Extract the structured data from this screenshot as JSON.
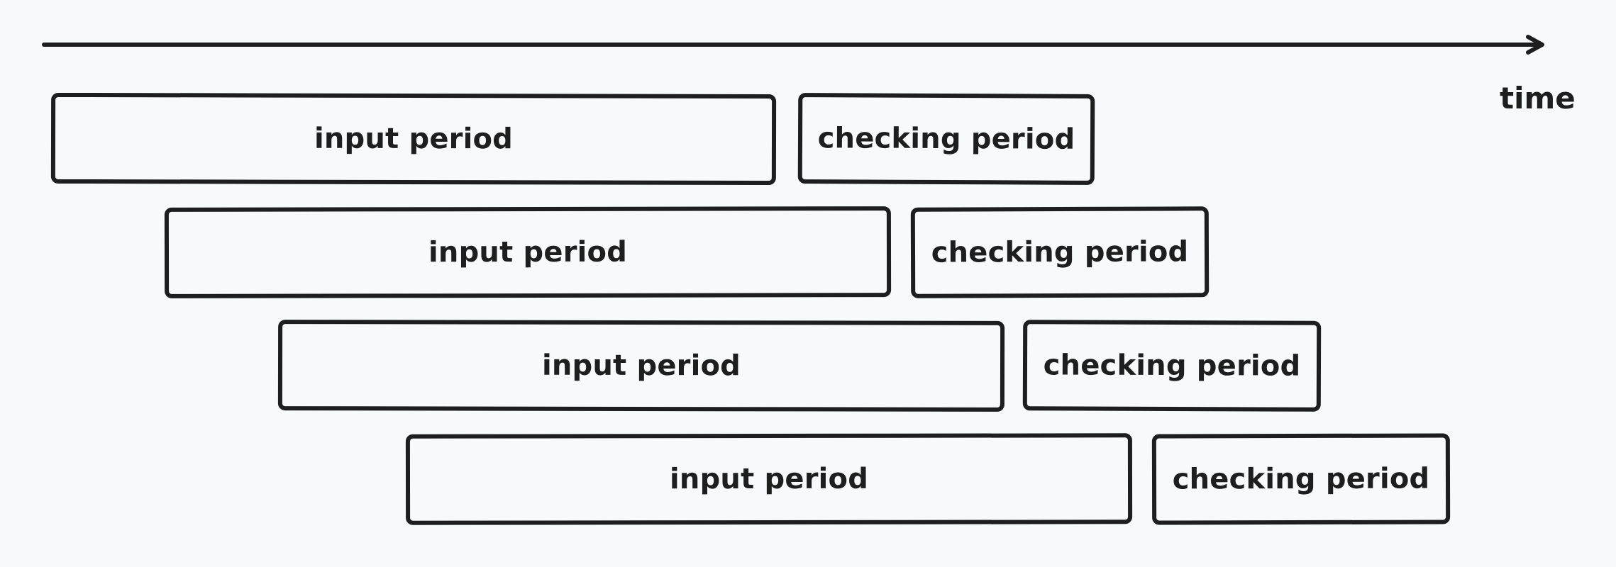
{
  "axis": {
    "label": "time",
    "color": "#1e1e1e"
  },
  "rows": [
    {
      "input_label": "input period",
      "checking_label": "checking period"
    },
    {
      "input_label": "input period",
      "checking_label": "checking period"
    },
    {
      "input_label": "input period",
      "checking_label": "checking period"
    },
    {
      "input_label": "input period",
      "checking_label": "checking period"
    }
  ],
  "colors": {
    "background": "#f8f9fa",
    "stroke": "#1e1e1e"
  }
}
